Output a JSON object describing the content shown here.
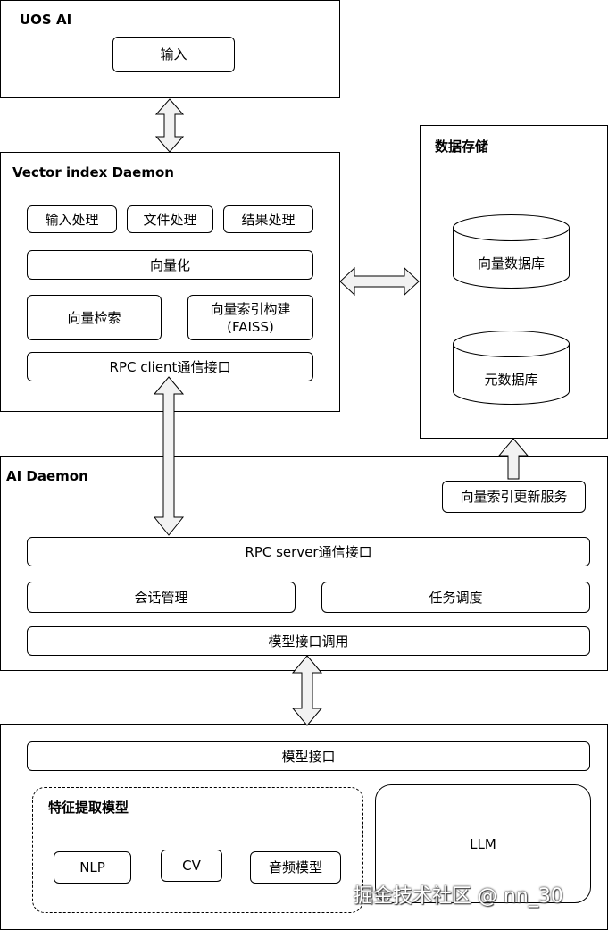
{
  "uos_ai": {
    "title": "UOS AI",
    "input_label": "输入"
  },
  "vector_daemon": {
    "title": "Vector index Daemon",
    "input_processing": "输入处理",
    "file_processing": "文件处理",
    "result_processing": "结果处理",
    "vectorization": "向量化",
    "vector_search": "向量检索",
    "index_build": "向量索引构建\n(FAISS)",
    "rpc_client": "RPC client通信接口"
  },
  "data_storage": {
    "title": "数据存储",
    "vector_db": "向量数据库",
    "meta_db": "元数据库"
  },
  "ai_daemon": {
    "title": "AI Daemon",
    "index_update": "向量索引更新服务",
    "rpc_server": "RPC server通信接口",
    "session_mgmt": "会话管理",
    "task_sched": "任务调度",
    "model_call": "模型接口调用"
  },
  "models": {
    "model_interface": "模型接口",
    "feature_group_title": "特征提取模型",
    "nlp": "NLP",
    "cv": "CV",
    "audio": "音频模型",
    "llm": "LLM"
  },
  "watermark": "掘金技术社区 @ nn_30",
  "colors": {
    "arrow_fill": "#f2f2f2",
    "stroke": "#000000"
  }
}
